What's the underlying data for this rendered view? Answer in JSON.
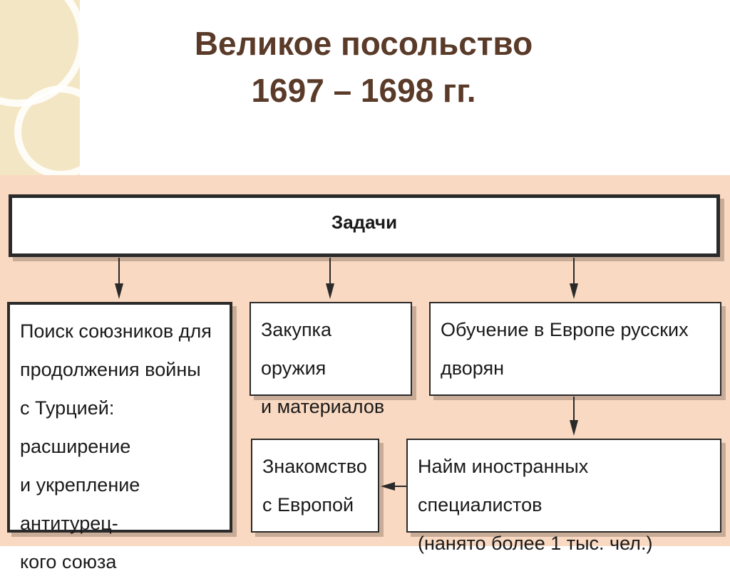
{
  "title": {
    "line1": "Великое посольство",
    "line2": "1697 – 1698 гг."
  },
  "diagram": {
    "top": "Задачи",
    "allies": [
      "Поиск союзников для",
      "продолжения войны",
      "с Турцией: расширение",
      "и укрепление антитурец-",
      "кого союза"
    ],
    "weapons": [
      "Закупка оружия",
      "и материалов"
    ],
    "training": [
      "Обучение в Европе русских",
      "дворян"
    ],
    "europe": [
      "Знакомство",
      "с Европой"
    ],
    "hiring": [
      "Найм иностранных специалистов",
      "(нанято более 1 тыс. чел.)"
    ]
  }
}
